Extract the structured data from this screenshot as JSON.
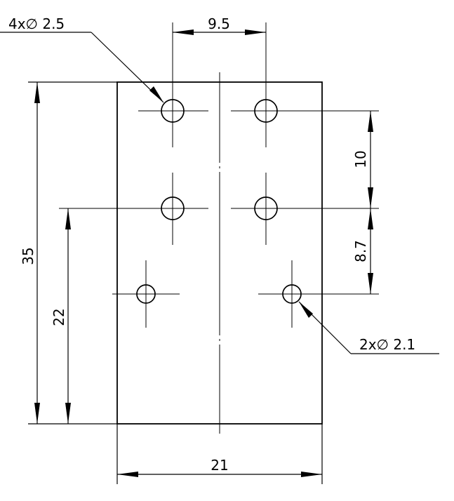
{
  "dimensions": {
    "hole_spacing_x": "9.5",
    "hole_spacing_y_top": "10",
    "hole_spacing_y_bottom": "8.7",
    "height": "35",
    "hole_height": "22",
    "width": "21"
  },
  "callouts": {
    "large_holes": "4x∅ 2.5",
    "small_holes": "2x∅ 2.1"
  }
}
